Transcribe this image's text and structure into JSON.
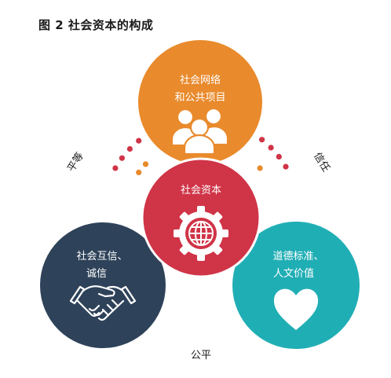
{
  "title": "图 2  社会资本的构成",
  "circles": {
    "top": {
      "line1": "社会网络",
      "line2": "和公共项目",
      "color": "#E98A2C",
      "icon": "people-group-icon"
    },
    "center": {
      "line1": "社会资本",
      "color": "#D03447",
      "icon": "globe-gear-icon"
    },
    "left": {
      "line1": "社会互信、",
      "line2": "诚信",
      "color": "#2E4259",
      "icon": "handshake-icon"
    },
    "right": {
      "line1": "道德标准、",
      "line2": "人文价值",
      "color": "#20AEB5",
      "icon": "heart-icon"
    }
  },
  "connectors": {
    "left": "平等",
    "right": "信任",
    "bottom": "公平"
  },
  "dot_colors": {
    "red": "#D03447",
    "orange": "#E98A2C"
  }
}
